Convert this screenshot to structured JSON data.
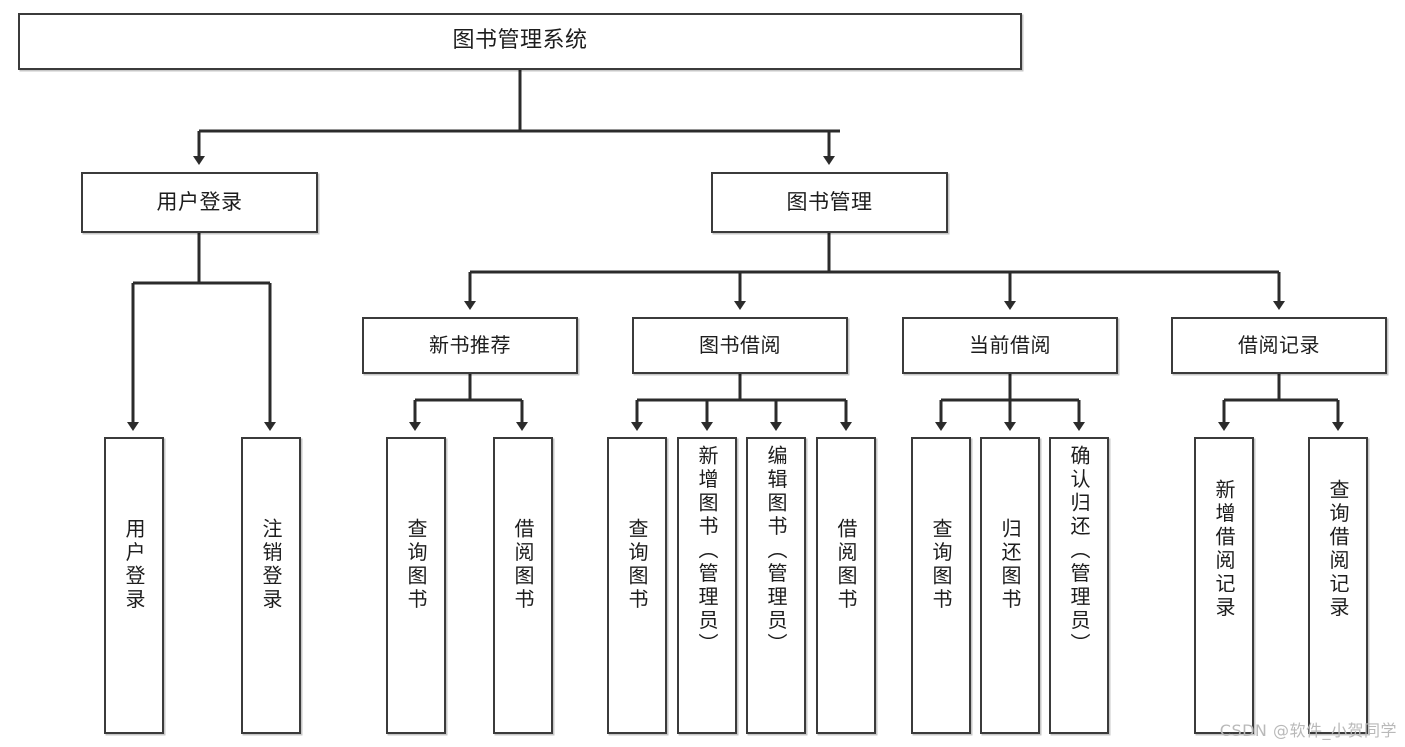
{
  "diagram": {
    "title": "图书管理系统",
    "type": "tree-hierarchy",
    "watermark": "CSDN @软件_小贺同学",
    "colors": {
      "background": "#ffffff",
      "box_border": "#3b3b3b",
      "box_fill": "#ffffff",
      "connector": "#2b2b2b",
      "text": "#1d1d1d",
      "watermark": "#b9b9b9"
    },
    "nodes": {
      "root": {
        "label": "图书管理系统"
      },
      "level2": [
        {
          "id": "user-login",
          "label": "用户登录"
        },
        {
          "id": "book-manage",
          "label": "图书管理"
        }
      ],
      "level3": [
        {
          "id": "new-book-recommend",
          "label": "新书推荐"
        },
        {
          "id": "book-borrow",
          "label": "图书借阅"
        },
        {
          "id": "current-borrow",
          "label": "当前借阅"
        },
        {
          "id": "borrow-record",
          "label": "借阅记录"
        }
      ],
      "leaves": {
        "user_login": [
          {
            "id": "leaf-user-login",
            "label": "用户登录"
          },
          {
            "id": "leaf-user-logout",
            "label": "注销登录"
          }
        ],
        "new_book_recommend": [
          {
            "id": "leaf-query-book-1",
            "label": "查询图书"
          },
          {
            "id": "leaf-borrow-book-1",
            "label": "借阅图书"
          }
        ],
        "book_borrow": [
          {
            "id": "leaf-query-book-2",
            "label": "查询图书"
          },
          {
            "id": "leaf-add-book",
            "label": "新增图书（管理员）"
          },
          {
            "id": "leaf-edit-book",
            "label": "编辑图书（管理员）"
          },
          {
            "id": "leaf-borrow-book-2",
            "label": "借阅图书"
          }
        ],
        "current_borrow": [
          {
            "id": "leaf-query-book-3",
            "label": "查询图书"
          },
          {
            "id": "leaf-return-book",
            "label": "归还图书"
          },
          {
            "id": "leaf-confirm-return",
            "label": "确认归还（管理员）"
          }
        ],
        "borrow_record": [
          {
            "id": "leaf-add-record",
            "label": "新增借阅记录"
          },
          {
            "id": "leaf-query-record",
            "label": "查询借阅记录"
          }
        ]
      }
    }
  }
}
